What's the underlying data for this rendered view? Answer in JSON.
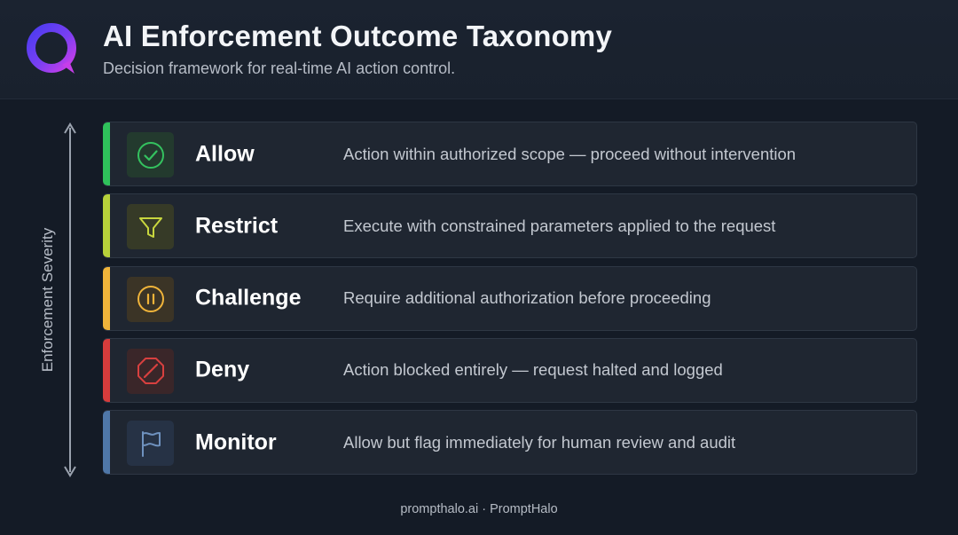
{
  "header": {
    "title": "AI Enforcement Outcome Taxonomy",
    "subtitle": "Decision framework for real-time AI action control."
  },
  "axis": {
    "label": "Enforcement Severity"
  },
  "outcomes": [
    {
      "label": "Allow",
      "description": "Action within authorized scope — proceed without intervention",
      "icon": "check-circle-icon",
      "color": "#2fc25b"
    },
    {
      "label": "Restrict",
      "description": "Execute with constrained parameters applied to the request",
      "icon": "filter-icon",
      "color": "#b7d13a"
    },
    {
      "label": "Challenge",
      "description": "Require additional authorization before proceeding",
      "icon": "pause-circle-icon",
      "color": "#f0b43a"
    },
    {
      "label": "Deny",
      "description": "Action blocked entirely — request halted and logged",
      "icon": "blocked-octagon-icon",
      "color": "#d63c3c"
    },
    {
      "label": "Monitor",
      "description": "Allow but flag immediately for human review and audit",
      "icon": "flag-icon",
      "color": "#4f77a8"
    }
  ],
  "footer": {
    "text": "prompthalo.ai · PromptHalo"
  },
  "colors": {
    "background": "#141b26",
    "header_bg": "#1b2330",
    "row_bg": "#1f2631",
    "brand_gradient": [
      "#5b3df5",
      "#c03ef0"
    ]
  }
}
